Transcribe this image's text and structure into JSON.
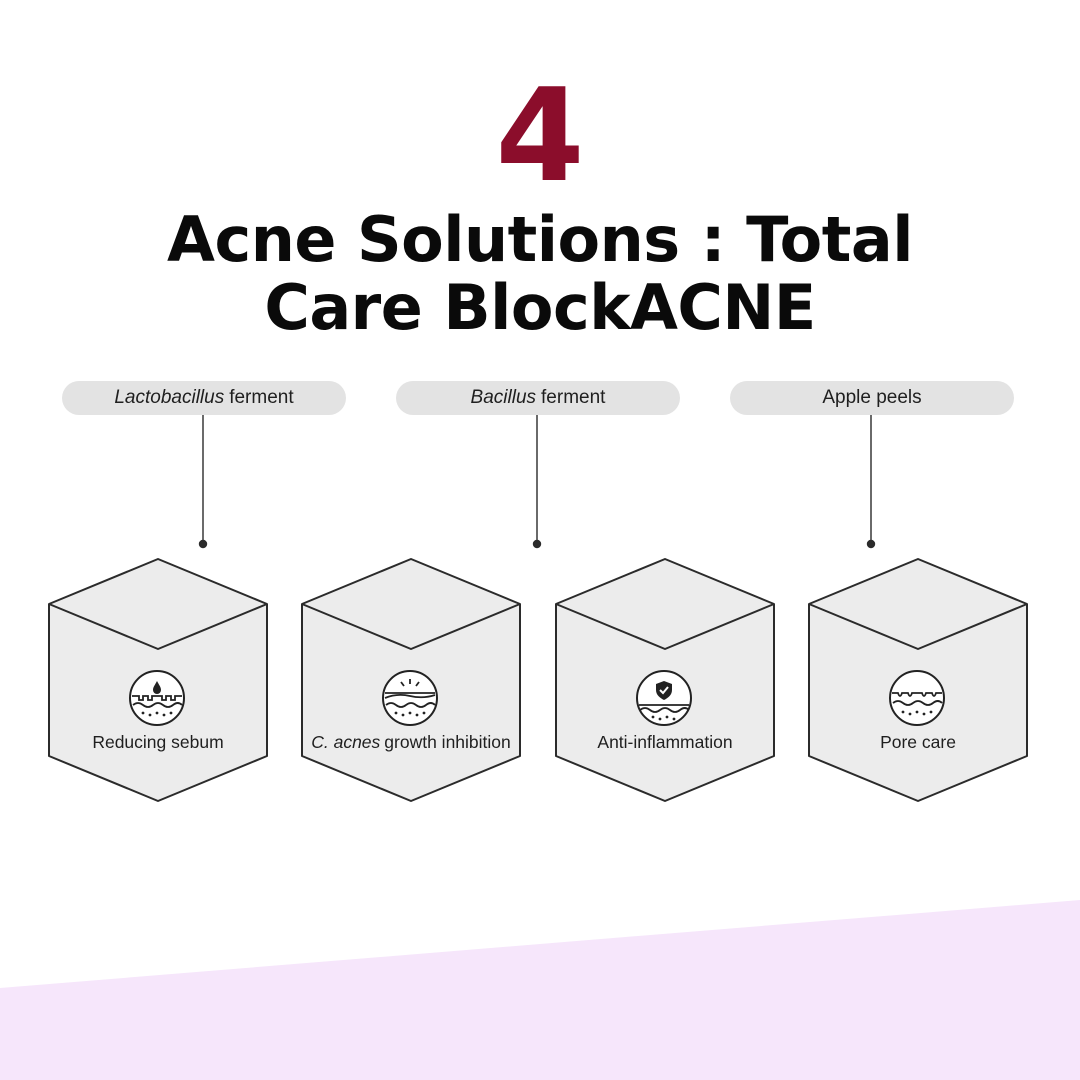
{
  "step_number": "4",
  "headline": {
    "line1": "Acne Solutions : Total",
    "line2": "Care BlockACNE"
  },
  "ingredients": [
    {
      "italic": "Lactobacillus",
      "text": "ferment"
    },
    {
      "italic": "Bacillus",
      "text": "ferment"
    },
    {
      "italic": "",
      "text": "Apple peels"
    }
  ],
  "benefits": [
    {
      "italic": "",
      "text": "Reducing sebum",
      "icon": "sebum-drop-icon"
    },
    {
      "italic": "C. acnes",
      "text": "growth inhibition",
      "icon": "bacteria-inhibition-icon"
    },
    {
      "italic": "",
      "text": "Anti-inflammation",
      "icon": "shield-check-icon"
    },
    {
      "italic": "",
      "text": "Pore care",
      "icon": "pore-icon"
    }
  ],
  "colors": {
    "accent": "#8b0d2b",
    "pill": "#e3e3e3",
    "cube_face": "#ececec",
    "bottom_wedge": "#f6e6fb"
  }
}
